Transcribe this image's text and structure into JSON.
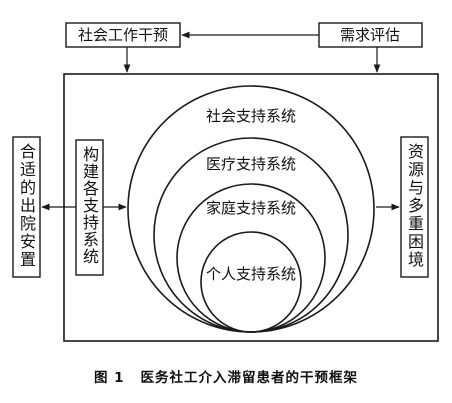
{
  "diagram": {
    "top_left_box": "社会工作干预",
    "top_right_box": "需求评估",
    "left_outer_box": "合适的出院安置",
    "left_inner_box": "构建各支持系统",
    "right_box": "资源与多重困境",
    "circles": [
      "社会支持系统",
      "医疗支持系统",
      "家庭支持系统",
      "个人支持系统"
    ]
  },
  "caption": {
    "figure_number": "图 1",
    "title": "医务社工介入滞留患者的干预框架"
  },
  "colors": {
    "stroke": "#1a1a1a",
    "text": "#111111",
    "background": "#ffffff"
  }
}
